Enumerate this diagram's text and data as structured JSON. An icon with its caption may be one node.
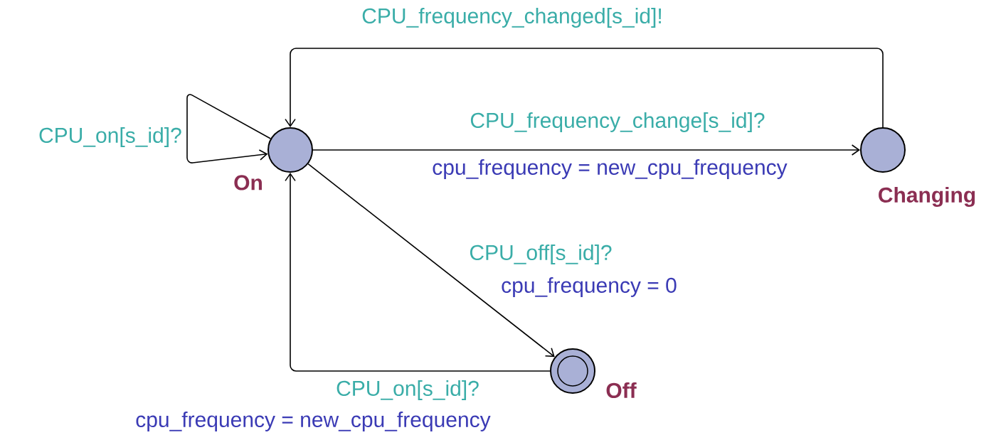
{
  "diagram": {
    "nodes": [
      {
        "text": [],
        "shape": "circle",
        "beside": [
          "On"
        ]
      },
      {
        "text": [],
        "shape": "circle",
        "beside": [
          "Changing"
        ]
      },
      {
        "text": [],
        "shape": "bullseye",
        "beside": [
          "Off"
        ]
      }
    ],
    "edges": [
      {
        "from": 0,
        "to": 0,
        "arrow": "to",
        "label": "CPU_on[s_id]?"
      },
      {
        "from": 1,
        "to": 0,
        "arrow": "to",
        "label": "CPU_frequency_changed[s_id]!"
      },
      {
        "from": 0,
        "to": 1,
        "arrow": "to",
        "label": "CPU_frequency_change[s_id]?"
      },
      {
        "from": 0,
        "to": 2,
        "arrow": "to",
        "label": "CPU_off[s_id]?"
      },
      {
        "from": 2,
        "to": 0,
        "arrow": "to",
        "label": "CPU_on[s_id]?"
      }
    ],
    "labels": [
      "cpu_frequency = new_cpu_frequency",
      "cpu_frequency = 0",
      "cpu_frequency = new_cpu_frequency"
    ]
  }
}
